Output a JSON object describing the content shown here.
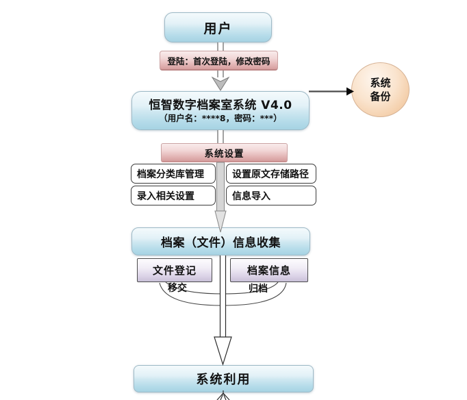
{
  "diagram": {
    "nodes": {
      "user": {
        "label": "用户"
      },
      "login": {
        "label": "登陆：首次登陆，修改密码"
      },
      "system": {
        "title": "恒智数字档案室系统 V4.0",
        "subtitle": "（用户名：****8，密码：***）"
      },
      "backup": {
        "line1": "系统",
        "line2": "备份"
      },
      "settings": {
        "label": "系统设置"
      },
      "setting_items": [
        {
          "label": "档案分类库管理"
        },
        {
          "label": "设置原文存储路径"
        },
        {
          "label": "录入相关设置"
        },
        {
          "label": "信息导入"
        }
      ],
      "collect": {
        "label": "档案（文件）信息收集"
      },
      "file_register": {
        "label": "文件登记"
      },
      "archive_info": {
        "label": "档案信息"
      },
      "utilize": {
        "label": "系统利用"
      }
    },
    "edge_labels": {
      "transfer": "移交",
      "archive": "归档"
    },
    "colors": {
      "blue_box_top": "#f4fafc",
      "blue_box_bottom": "#a6d3e3",
      "pink_box_top": "#f9ecec",
      "pink_box_bottom": "#d69e9e",
      "lavender_box_top": "#fdfcfe",
      "lavender_box_bottom": "#c9c0d8",
      "backup_circle": "#f4cfab",
      "connector_gray": "#8a8a8a",
      "arrow_black": "#111111"
    }
  }
}
